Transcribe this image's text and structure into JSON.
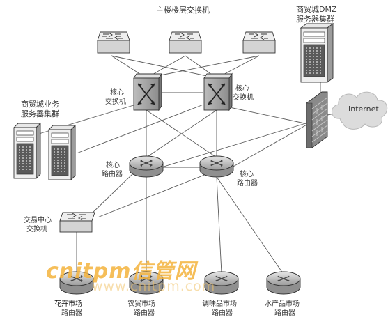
{
  "labels": {
    "main_switch": "主楼楼层交换机",
    "dmz_line1": "商贸城DMZ",
    "dmz_line2": "服务器集群",
    "core_switch_left_1": "核心",
    "core_switch_left_2": "交换机",
    "core_switch_right_1": "核心",
    "core_switch_right_2": "交换机",
    "biz_line1": "商贸城业务",
    "biz_line2": "服务器集群",
    "internet": "Internet",
    "core_router_left_1": "核心",
    "core_router_left_2": "路由器",
    "core_router_right_1": "核心",
    "core_router_right_2": "路由器",
    "trade_line1": "交易中心",
    "trade_line2": "交换机",
    "r1_line1": "花卉市场",
    "r1_line2": "路由器",
    "r2_line1": "农贸市场",
    "r2_line2": "路由器",
    "r3_line1": "调味品市场",
    "r3_line2": "路由器",
    "r4_line1": "水产品市场",
    "r4_line2": "路由器"
  },
  "watermark": {
    "main": "cnitpm信管网",
    "sub": "www.cnitpm.com"
  },
  "colors": {
    "line": "#5a5a5a",
    "device_fill": "#d9d9d9",
    "device_dark": "#8a8a8a",
    "firewall": "#7a7a7a",
    "cloud": "#dcdcdc",
    "watermark": "#f4b33d"
  }
}
